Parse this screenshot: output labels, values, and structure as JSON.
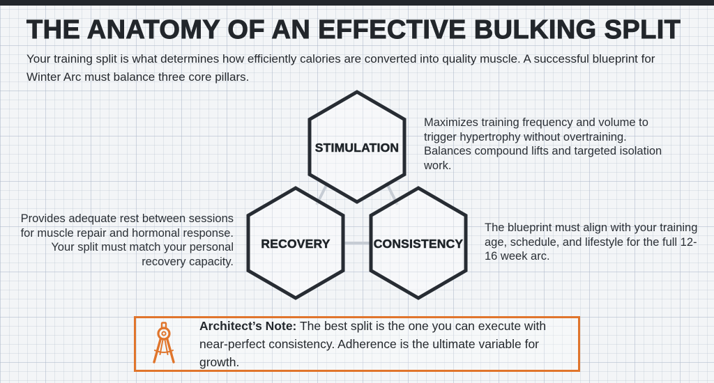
{
  "colors": {
    "top_bar": "#23272c",
    "ink": "#22262b",
    "body_text": "#2b3036",
    "hexagon_stroke": "#272c33",
    "connector_gray": "#c6ccd4",
    "accent_orange": "#e0752c",
    "background": "#f3f5f7"
  },
  "header": {
    "title": "THE ANATOMY OF AN EFFECTIVE BULKING SPLIT",
    "subtitle": "Your training split is what determines how efficiently calories are converted into quality muscle. A successful blueprint for Winter Arc must balance three core pillars."
  },
  "pillars": {
    "stimulation": {
      "label": "STIMULATION",
      "description": "Maximizes training frequency and volume to trigger hypertrophy without overtraining. Balances compound lifts and targeted isolation work."
    },
    "recovery": {
      "label": "RECOVERY",
      "description": "Provides adequate rest between sessions for muscle repair and hormonal response. Your split must match your personal recovery capacity."
    },
    "consistency": {
      "label": "CONSISTENCY",
      "description": "The blueprint must align with your training age, schedule, and lifestyle for the full 12-16 week arc."
    }
  },
  "note": {
    "icon": "drafting-compass-icon",
    "label": "Architect’s Note:",
    "text": "The best split is the one you can execute with near-perfect consistency. Adherence is the ultimate variable for growth."
  }
}
